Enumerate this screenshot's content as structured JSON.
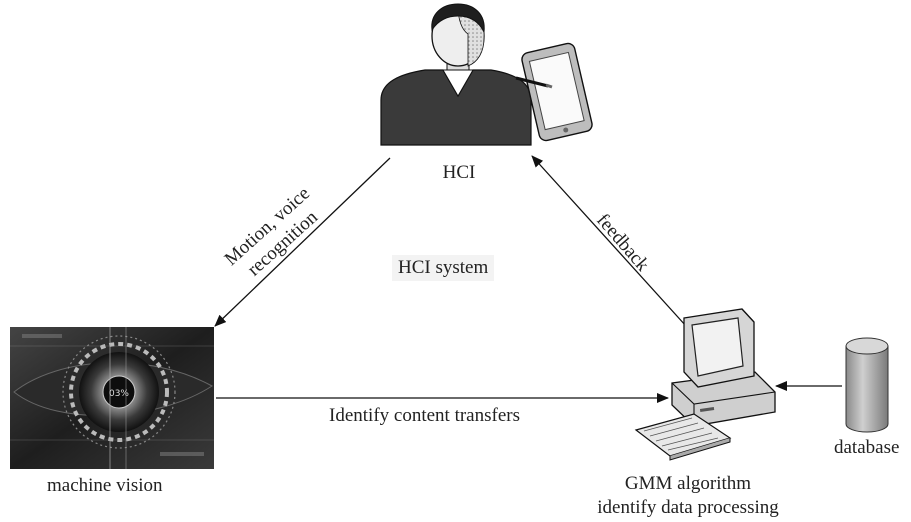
{
  "nodes": {
    "hci": {
      "label": "HCI"
    },
    "machine_vision": {
      "label": "machine vision"
    },
    "gmm": {
      "line1": "GMM algorithm",
      "line2": "identify data processing"
    },
    "database": {
      "label": "database"
    }
  },
  "edges": {
    "motion": {
      "line1": "Motion, voice",
      "line2": "recognition"
    },
    "feedback": {
      "label": "feedback"
    },
    "transfer": {
      "label": "Identify content transfers"
    }
  },
  "center": {
    "label": "HCI system"
  },
  "eye_readout": {
    "label": "03%"
  }
}
